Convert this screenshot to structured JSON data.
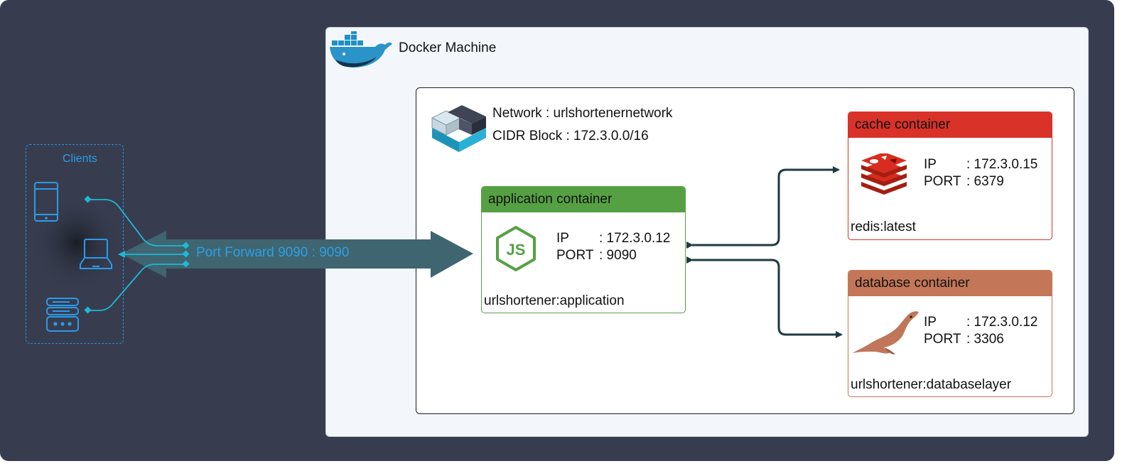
{
  "docker_machine": {
    "label": "Docker Machine"
  },
  "network": {
    "name_line": "Network : urlshortenernetwork",
    "cidr_line": "CIDR Block : 172.3.0.0/16"
  },
  "clients": {
    "label": "Clients"
  },
  "port_forward": {
    "label": "Port Forward 9090 :  9090"
  },
  "containers": {
    "application": {
      "title": "application container",
      "ip_key": "IP",
      "ip_val": ": 172.3.0.12",
      "port_key": "PORT",
      "port_val": ": 9090",
      "image": "urlshortener:application",
      "color": "#56a044"
    },
    "cache": {
      "title": "cache container",
      "ip_key": "IP",
      "ip_val": ": 172.3.0.15",
      "port_key": "PORT",
      "port_val": ": 6379",
      "image": "redis:latest",
      "color": "#d93229"
    },
    "database": {
      "title": "database container",
      "ip_key": "IP",
      "ip_val": ": 172.3.0.12",
      "port_key": "PORT",
      "port_val": ": 3306",
      "image": "urlshortener:databaselayer",
      "color": "#c47758"
    }
  },
  "icons": {
    "docker": "docker-whale-icon",
    "network": "network-blocks-icon",
    "nodejs": "nodejs-icon",
    "redis": "redis-icon",
    "mariadb": "mariadb-seal-icon",
    "tablet": "tablet-icon",
    "laptop": "laptop-icon",
    "server": "server-icon"
  }
}
